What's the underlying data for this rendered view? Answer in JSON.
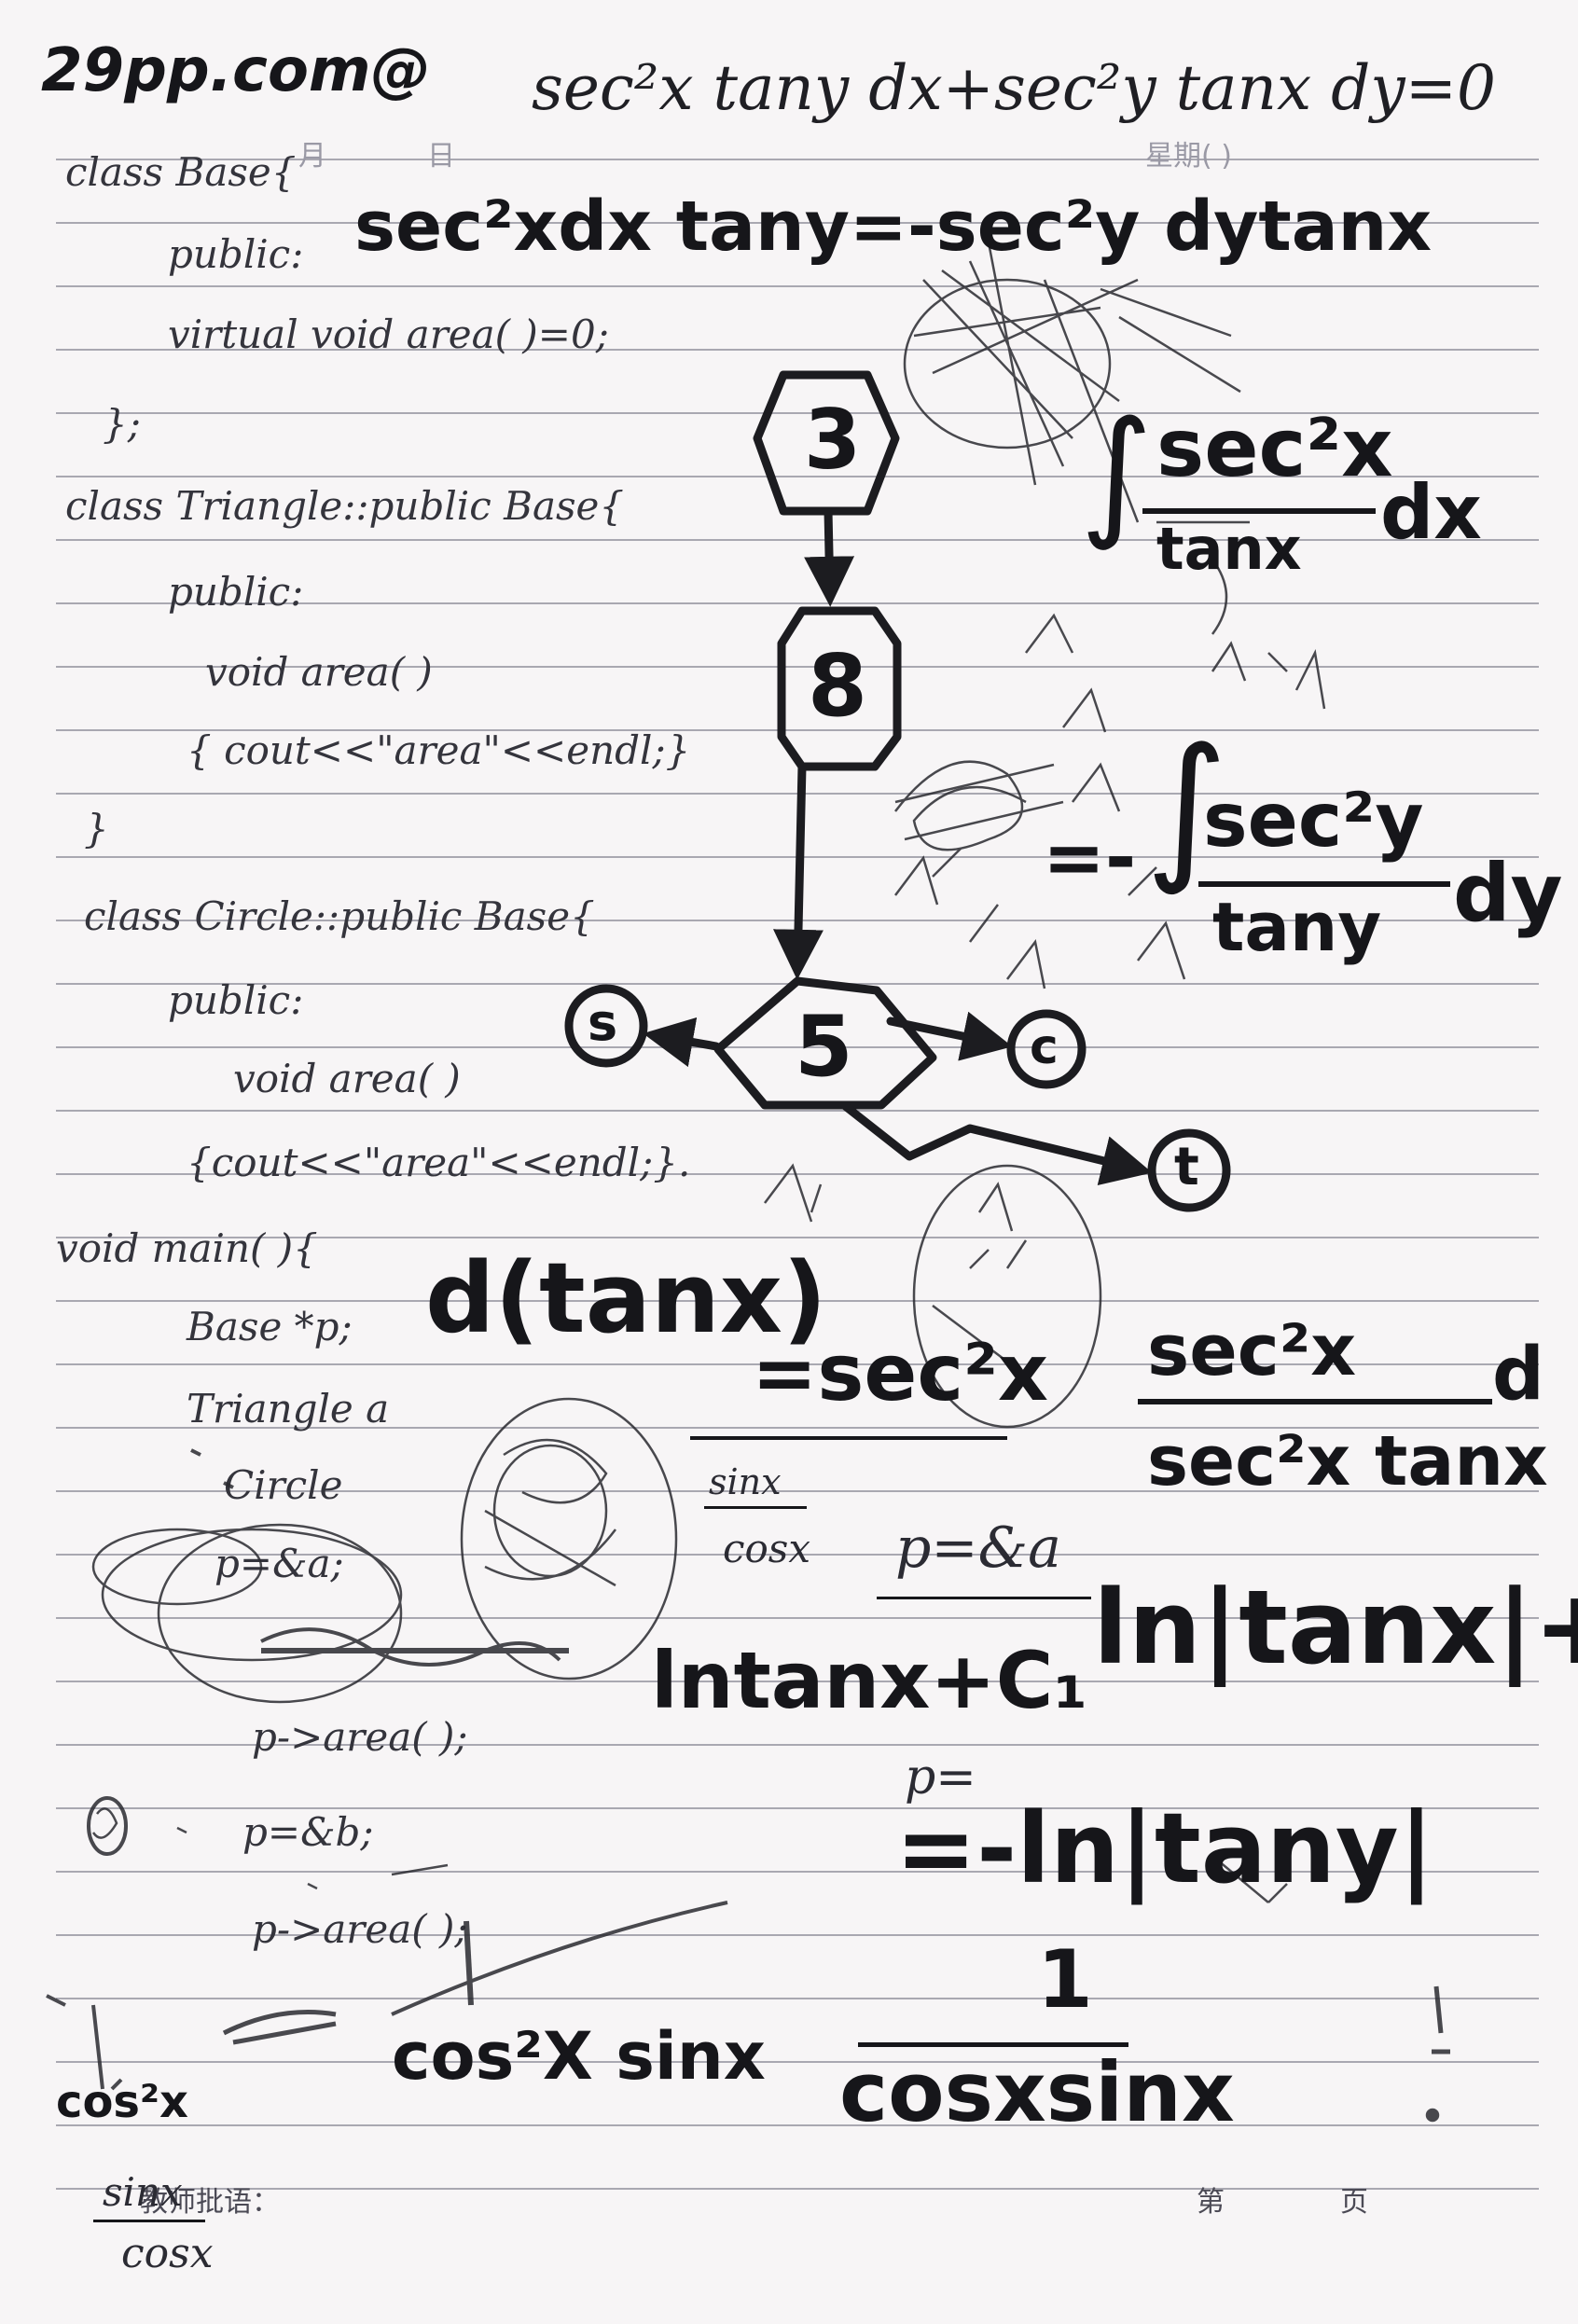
{
  "header": {
    "site_mark": "29pp.com@",
    "equation": "sec²x tany dx+sec²y tanx dy=0",
    "printed_month": "月",
    "printed_day": "日",
    "printed_weekday": "星期(      )"
  },
  "code_lines": [
    "class Base{",
    "public:",
    "virtual void area( )=0;",
    "};",
    "class Triangle::public Base{",
    "public:",
    "void area( )",
    "{ cout<<\"area\"<<endl;}",
    "}",
    "class Circle::public Base{",
    "public:",
    "void area( )",
    "{cout<<\"area\"<<endl;}.",
    "void main( ){",
    "Base *p;",
    "Triangle a",
    "Circle",
    "p=&a;",
    "p->area( );",
    "p=&b;",
    "p->area( );"
  ],
  "math": {
    "step1": "sec²xdx tany=-sec²y dytanx",
    "integral_left_num": "sec²x",
    "integral_left_den": "tanx",
    "integral_left_d": "dx",
    "integral_right_prefix": "=-",
    "integral_right_num": "sec²y",
    "integral_right_den": "tany",
    "integral_right_d": "dy",
    "dtanx_lhs": "d(tanx)",
    "dtanx_rhs": "=sec²x",
    "frac_num": "sec²x",
    "frac_den": "sec²x tanx",
    "frac_d": "d",
    "sin_over_cos_num": "sinx",
    "sin_over_cos_den": "cosx",
    "p_assign": "p=&a",
    "ln_left": "lntanx+C₁",
    "ln_right": "ln|tanx|+C",
    "p_eq": "p=",
    "neg_ln": "=-ln|tany|",
    "one_num": "1",
    "cos_sin_den": "cosxsinx",
    "cos2_sin": "cos²X sinx",
    "cos2x_x": "cos²x",
    "sinx_cosx_num": "sinx",
    "sinx_cosx_den": "cosx"
  },
  "diagram": {
    "nodes": [
      {
        "label": "3",
        "shape": "hexagon"
      },
      {
        "label": "8",
        "shape": "octagon"
      },
      {
        "label": "5",
        "shape": "hexagon"
      },
      {
        "label": "s",
        "shape": "circle"
      },
      {
        "label": "c",
        "shape": "circle"
      },
      {
        "label": "t",
        "shape": "circle"
      }
    ]
  },
  "footer": {
    "teacher_comment_label": "教师批语：",
    "page_label": "第",
    "page_label_end": "页"
  }
}
